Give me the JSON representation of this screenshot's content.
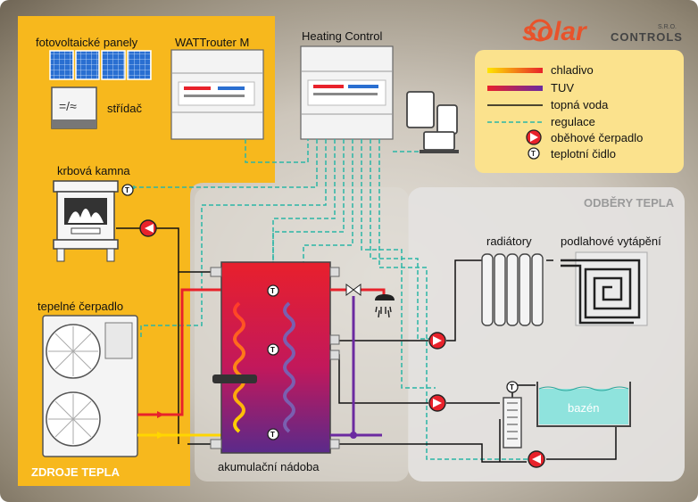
{
  "logo": {
    "brand": "solar",
    "suffix": "CONTROLS",
    "small": "S.R.O."
  },
  "sections": {
    "sources": "ZDROJE TEPLA",
    "consumers": "ODBĚRY TEPLA"
  },
  "devices": {
    "pv": "fotovoltaické panely",
    "inverter": "střídač",
    "stove": "krbová kamna",
    "heatpump": "tepelné čerpadlo",
    "wattrouter": "WATTrouter M",
    "heating_control": "Heating Control",
    "tank": "akumulační nádoba",
    "radiators": "radiátory",
    "floor": "podlahové vytápění",
    "pool": "bazén"
  },
  "legend": {
    "items": [
      {
        "label": "chladivo",
        "kind": "coolant"
      },
      {
        "label": "TUV",
        "kind": "dhw"
      },
      {
        "label": "topná voda",
        "kind": "heating-water"
      },
      {
        "label": "regulace",
        "kind": "control"
      },
      {
        "label": "oběhové čerpadlo",
        "kind": "pump"
      },
      {
        "label": "teplotní čidlo",
        "kind": "sensor"
      }
    ]
  },
  "colors": {
    "sources_bg": "#f7b81d",
    "legend_bg": "#fbe28d",
    "control_line": "#2bb6a6",
    "coolant": "#e8222b",
    "pump": "#e8222b",
    "pool_water": "#8fe3dd"
  }
}
